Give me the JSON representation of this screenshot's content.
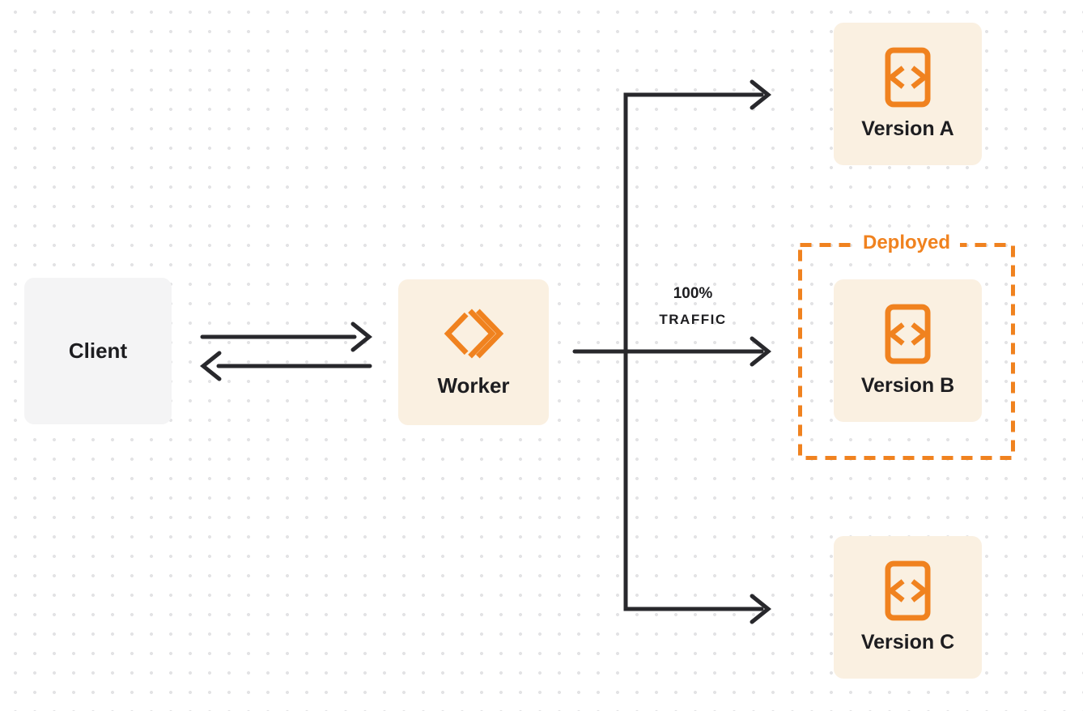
{
  "nodes": {
    "client": {
      "label": "Client"
    },
    "worker": {
      "label": "Worker"
    },
    "version_a": {
      "label": "Version A"
    },
    "version_b": {
      "label": "Version B"
    },
    "version_c": {
      "label": "Version C"
    }
  },
  "labels": {
    "traffic_percent": "100%",
    "traffic_word": "TRAFFIC",
    "deployed": "Deployed"
  },
  "icons": {
    "worker": "workers-logo-icon",
    "version": "code-file-icon"
  },
  "colors": {
    "accent_orange": "#F0821F",
    "node_fill_cream": "#FAF0E1",
    "client_fill_gray": "#F4F4F5",
    "connector_dark": "#28282C",
    "label_dark": "#1D1D20",
    "dot_grid_gray": "#E3E3E5"
  }
}
